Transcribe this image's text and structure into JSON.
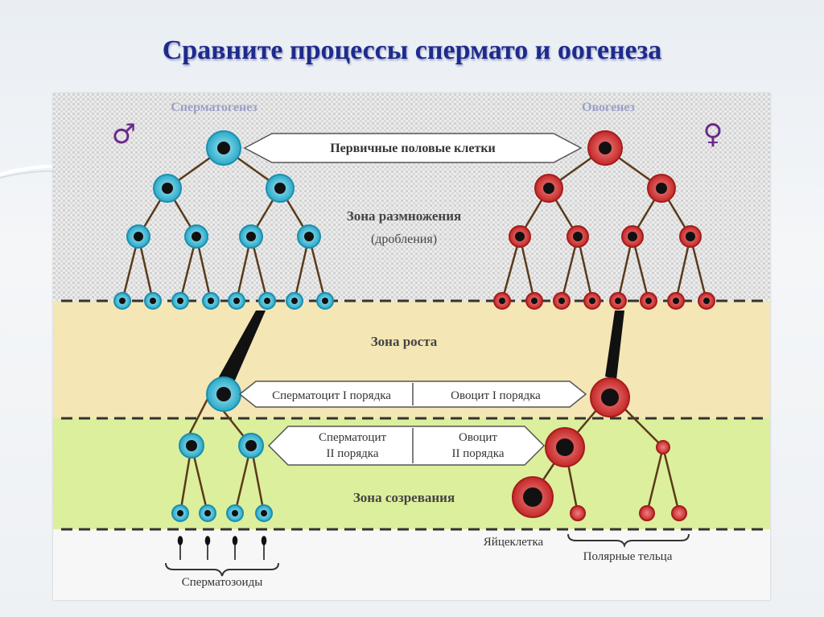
{
  "slide": {
    "title": "Сравните процессы спермато и оогенеза"
  },
  "diagram": {
    "left_header": "Сперматогенез",
    "right_header": "Овогенез",
    "male_symbol": "♂",
    "female_symbol": "♀",
    "primary_cells_label": "Первичные половые клетки",
    "zone_reproduction": "Зона размножения",
    "zone_reproduction_sub": "(дробления)",
    "zone_growth": "Зона роста",
    "spermatocyte_1": "Сперматоцит I порядка",
    "oocyte_1": "Овоцит I порядка",
    "spermatocyte_2_line1": "Сперматоцит",
    "spermatocyte_2_line2": "II порядка",
    "oocyte_2_line1": "Овоцит",
    "oocyte_2_line2": "II порядка",
    "zone_maturation": "Зона созревания",
    "egg_cell": "Яйцеклетка",
    "polar_bodies": "Полярные тельца",
    "spermatozoa": "Сперматозоиды",
    "colors": {
      "male_cell": "#39b8d4",
      "female_cell": "#d73a3a",
      "growth_zone": "#f4e6b5",
      "maturation_zone": "#dcef9c",
      "title": "#1f2a8c"
    }
  }
}
